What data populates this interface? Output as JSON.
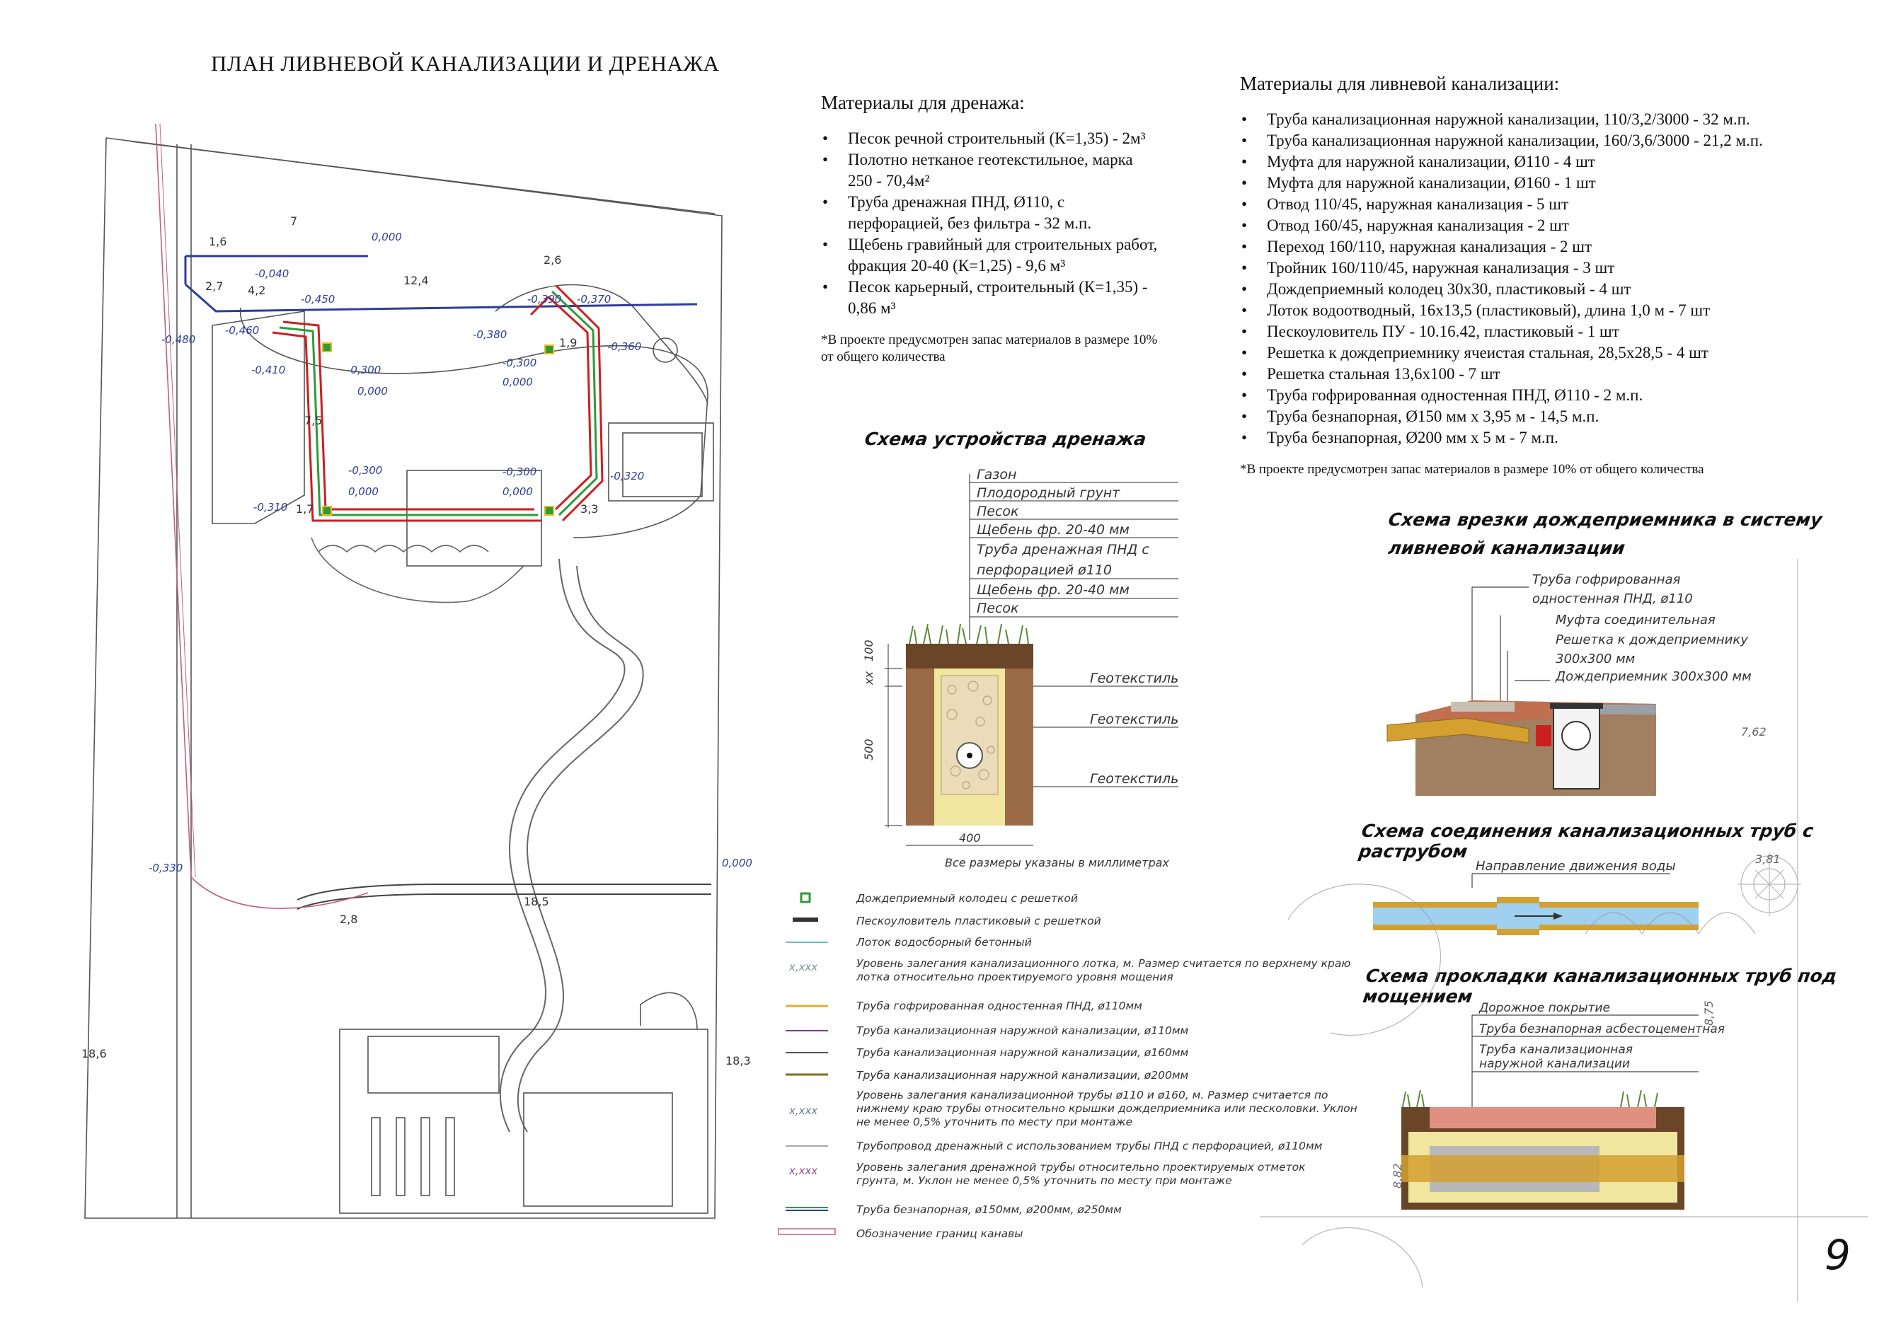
{
  "title": "ПЛАН ЛИВНЕВОЙ КАНАЛИЗАЦИИ И ДРЕНАЖА",
  "drainage_materials": {
    "heading": "Материалы для дренажа:",
    "items": [
      "Песок речной строительный (К=1,35) - 2м³",
      "Полотно нетканое геотекстильное, марка 250 - 70,4м²",
      "Труба дренажная ПНД, Ø110, с перфорацией, без фильтра - 32 м.п.",
      "Щебень гравийный для строительных работ, фракция 20-40 (К=1,25) - 9,6 м³",
      "Песок карьерный, строительный (К=1,35) - 0,86 м³"
    ],
    "note": "*В проекте предусмотрен запас материалов в размере 10% от общего количества"
  },
  "storm_materials": {
    "heading": "Материалы для ливневой канализации:",
    "items": [
      "Труба канализационная наружной канализации, 110/3,2/3000 - 32 м.п.",
      "Труба канализационная наружной канализации, 160/3,6/3000 - 21,2 м.п.",
      "Муфта для наружной канализации, Ø110 - 4 шт",
      "Муфта для наружной канализации, Ø160 - 1 шт",
      "Отвод 110/45, наружная канализация - 5 шт",
      "Отвод 160/45, наружная канализация - 2 шт",
      "Переход 160/110, наружная канализация - 2 шт",
      "Тройник 160/110/45, наружная канализация - 3 шт",
      "Дождеприемный колодец 30х30, пластиковый - 4 шт",
      "Лоток водоотводный, 16х13,5 (пластиковый), длина 1,0 м - 7 шт",
      "Пескоуловитель ПУ - 10.16.42,  пластиковый - 1 шт",
      "Решетка к дождеприемнику ячеистая стальная,  28,5х28,5 - 4 шт",
      "Решетка стальная 13,6х100 - 7 шт",
      "Труба гофрированная одностенная ПНД, Ø110 - 2 м.п.",
      "Труба безнапорная, Ø150 мм х 3,95 м - 14,5 м.п.",
      "Труба безнапорная, Ø200 мм х 5 м - 7 м.п."
    ],
    "note": "*В проекте предусмотрен запас материалов в размере 10% от общего количества"
  },
  "drainage_scheme": {
    "title": "Схема устройства дренажа",
    "layers": [
      "Газон",
      "Плодородный грунт",
      "Песок",
      "Щебень фр. 20-40 мм",
      "Труба дренажная ПНД с",
      "перфорацией ø110",
      "Щебень фр. 20-40 мм",
      "Песок"
    ],
    "geotextile": [
      "Геотекстиль",
      "Геотекстиль",
      "Геотекстиль"
    ],
    "dims": {
      "top": "100",
      "xx": "хх",
      "depth": "500",
      "width": "400"
    },
    "footnote": "Все размеры указаны в миллиметрах"
  },
  "inlet_scheme": {
    "title_line1": "Схема врезки дождеприемника в систему",
    "title_line2": "ливневой канализации",
    "labels": [
      "Труба гофрированная",
      "одностенная ПНД, ø110",
      "Муфта соединительная",
      "Решетка к дождеприемнику",
      "300х300 мм",
      "Дождеприемник 300х300 мм"
    ]
  },
  "socket_scheme": {
    "title": "Схема соединения канализационных труб с раструбом",
    "label": "Направление движения воды"
  },
  "paving_scheme": {
    "title": "Схема прокладки канализационных труб под мощением",
    "labels": [
      "Дорожное покрытие",
      "Труба безнапорная асбестоцементная",
      "Труба канализационная",
      "наружной канализации"
    ]
  },
  "legend": [
    {
      "symbol": "Дождеприемный колодец с решеткой"
    },
    {
      "symbol": "Пескоуловитель пластиковый с решеткой"
    },
    {
      "symbol": "Лоток водосборный бетонный"
    },
    {
      "symbol": "Уровень залегания канализационного лотка, м. Размер считается по верхнему краю",
      "line2": "лотка относительно проектируемого уровня мощения",
      "code": "х,ххх"
    },
    {
      "symbol": "Труба гофрированная одностенная ПНД, ø110мм"
    },
    {
      "symbol": "Труба канализационная наружной канализации, ø110мм"
    },
    {
      "symbol": "Труба канализационная наружной канализации, ø160мм"
    },
    {
      "symbol": "Труба канализационная наружной канализации, ø200мм"
    },
    {
      "symbol": "Уровень залегания канализационной трубы ø110 и ø160, м. Размер считается по",
      "line2": "нижнему краю трубы относительно крышки дождеприемника или песколовки. Уклон",
      "line3": "не менее 0,5% уточнить по месту при монтаже",
      "code": "х,ххх"
    },
    {
      "symbol": "Трубопровод дренажный с использованием трубы ПНД с перфорацией, ø110мм"
    },
    {
      "symbol": "Уровень залегания дренажной трубы относительно проектируемых отметок",
      "line2": "грунта, м. Уклон не менее 0,5% уточнить по месту при монтаже",
      "code": "х,ххх"
    },
    {
      "symbol": "Труба безнапорная, ø150мм, ø200мм, ø250мм"
    },
    {
      "symbol": "Обозначение границ канавы"
    }
  ],
  "plan": {
    "dims": [
      "7",
      "1,6",
      "12,4",
      "4,2",
      "2,7",
      "2,6",
      "1,9",
      "7,5",
      "1,7",
      "3,3",
      "18,5",
      "2,8",
      "18,6",
      "18,3",
      "7,62",
      "3,81",
      "8,75",
      "8,82"
    ],
    "levels": [
      "0,000",
      "-0,040",
      "-0,450",
      "-0,460",
      "-0,480",
      "-0,410",
      "-0,300",
      "0,000",
      "-0,390",
      "-0,370",
      "-0,380",
      "-0,300",
      "0,000",
      "-0,360",
      "-0,300",
      "0,000",
      "-0,310",
      "-0,300",
      "0,000",
      "-0,320",
      "-0,330",
      "0,000"
    ]
  },
  "page_number": "9",
  "colors": {
    "storm_pipe": "#2c3e9a",
    "drain_red": "#cc1f1f",
    "drain_green": "#2f9a3a",
    "ditch": "#c0607a",
    "gravel": "#eadcb8",
    "soil": "#8a5a3a",
    "sand": "#f0e6a0",
    "pipe_yellow": "#e0b030",
    "pipe_blue": "#9fd0f0"
  }
}
